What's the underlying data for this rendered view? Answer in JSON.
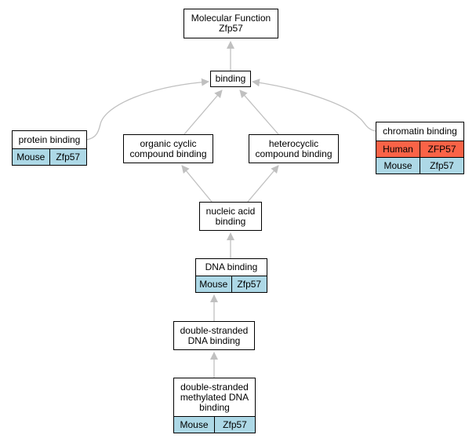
{
  "nodes": {
    "mf": {
      "line1": "Molecular Function",
      "line2": "Zfp57"
    },
    "binding": {
      "line1": "binding"
    },
    "protein_binding": {
      "line1": "protein binding",
      "orgs": [
        {
          "species": "Mouse",
          "gene": "Zfp57"
        }
      ]
    },
    "organic_cyclic": {
      "line1": "organic cyclic",
      "line2": "compound binding"
    },
    "heterocyclic": {
      "line1": "heterocyclic",
      "line2": "compound binding"
    },
    "chromatin_binding": {
      "line1": "chromatin binding",
      "orgs": [
        {
          "species": "Human",
          "gene": "ZFP57"
        },
        {
          "species": "Mouse",
          "gene": "Zfp57"
        }
      ]
    },
    "nucleic_acid": {
      "line1": "nucleic acid",
      "line2": "binding"
    },
    "dna_binding": {
      "line1": "DNA binding",
      "orgs": [
        {
          "species": "Mouse",
          "gene": "Zfp57"
        }
      ]
    },
    "ds_dna": {
      "line1": "double-stranded",
      "line2": "DNA binding"
    },
    "ds_methylated": {
      "line1": "double-stranded",
      "line2": "methylated DNA",
      "line3": "binding",
      "orgs": [
        {
          "species": "Mouse",
          "gene": "Zfp57"
        }
      ]
    }
  },
  "colors": {
    "edge": "#c0c0c0",
    "mouse": "#add8e6",
    "human": "#fa6347",
    "border": "#000000"
  }
}
